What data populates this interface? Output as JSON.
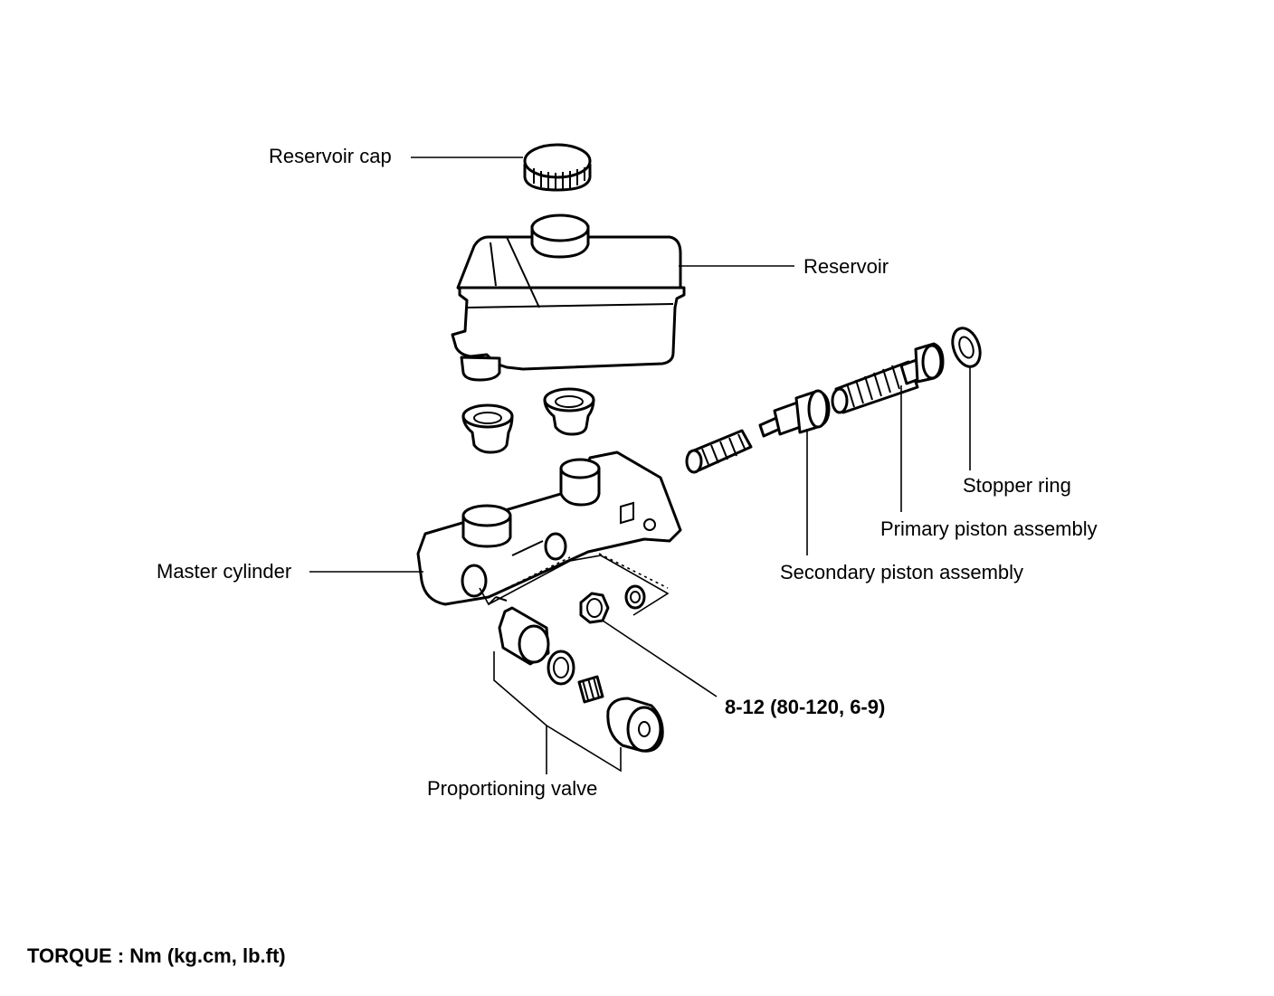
{
  "labels": {
    "reservoir_cap": "Reservoir cap",
    "reservoir": "Reservoir",
    "stopper_ring": "Stopper ring",
    "primary_piston": "Primary piston assembly",
    "secondary_piston": "Secondary piston assembly",
    "master_cylinder": "Master cylinder",
    "torque_spec": "8-12 (80-120, 6-9)",
    "proportioning_valve": "Proportioning valve"
  },
  "footer": {
    "torque_units": "TORQUE : Nm (kg.cm, lb.ft)"
  }
}
